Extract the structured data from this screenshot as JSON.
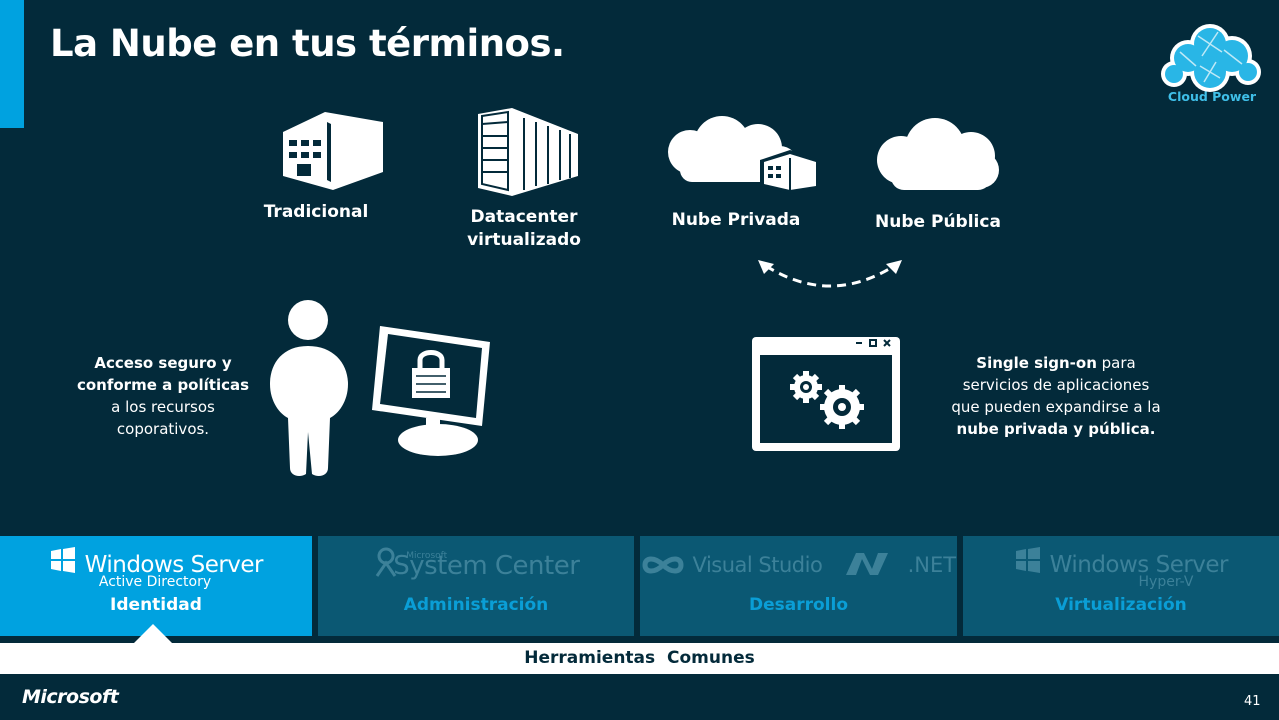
{
  "slide": {
    "title": "La Nube en tus términos.",
    "logo_text": "Cloud Power",
    "page_number": "41"
  },
  "models": [
    {
      "name": "Tradicional"
    },
    {
      "name_line1": "Datacenter",
      "name_line2": "virtualizado"
    },
    {
      "name": "Nube Privada"
    },
    {
      "name": "Nube Pública"
    }
  ],
  "left_text": {
    "bold1": "Acceso seguro y",
    "bold2": "conforme a políticas",
    "line3": "a los recursos",
    "line4": "coporativos."
  },
  "right_text": {
    "bold1": "Single sign-on",
    "line1_rest": " para",
    "line2": "servicios de aplicaciones",
    "line3": "que pueden expandirse a la",
    "bold4": "nube privada y pública."
  },
  "tiles": [
    {
      "product": "Windows Server",
      "sub": "Active Directory",
      "label": "Identidad",
      "active": true
    },
    {
      "product": "System Center",
      "small": "Microsoft",
      "label": "Administración",
      "active": false
    },
    {
      "product": "Visual Studio",
      "product2": ".NET",
      "label": "Desarrollo",
      "active": false
    },
    {
      "product": "Windows Server",
      "sub": "Hyper-V",
      "label": "Virtualización",
      "active": false
    }
  ],
  "footer": {
    "common_tools": "Herramientas  Comunes",
    "brand": "Microsoft"
  },
  "colors": {
    "background": "#032a3a",
    "accent": "#00a2e0",
    "tile_inactive": "#0b5873"
  }
}
